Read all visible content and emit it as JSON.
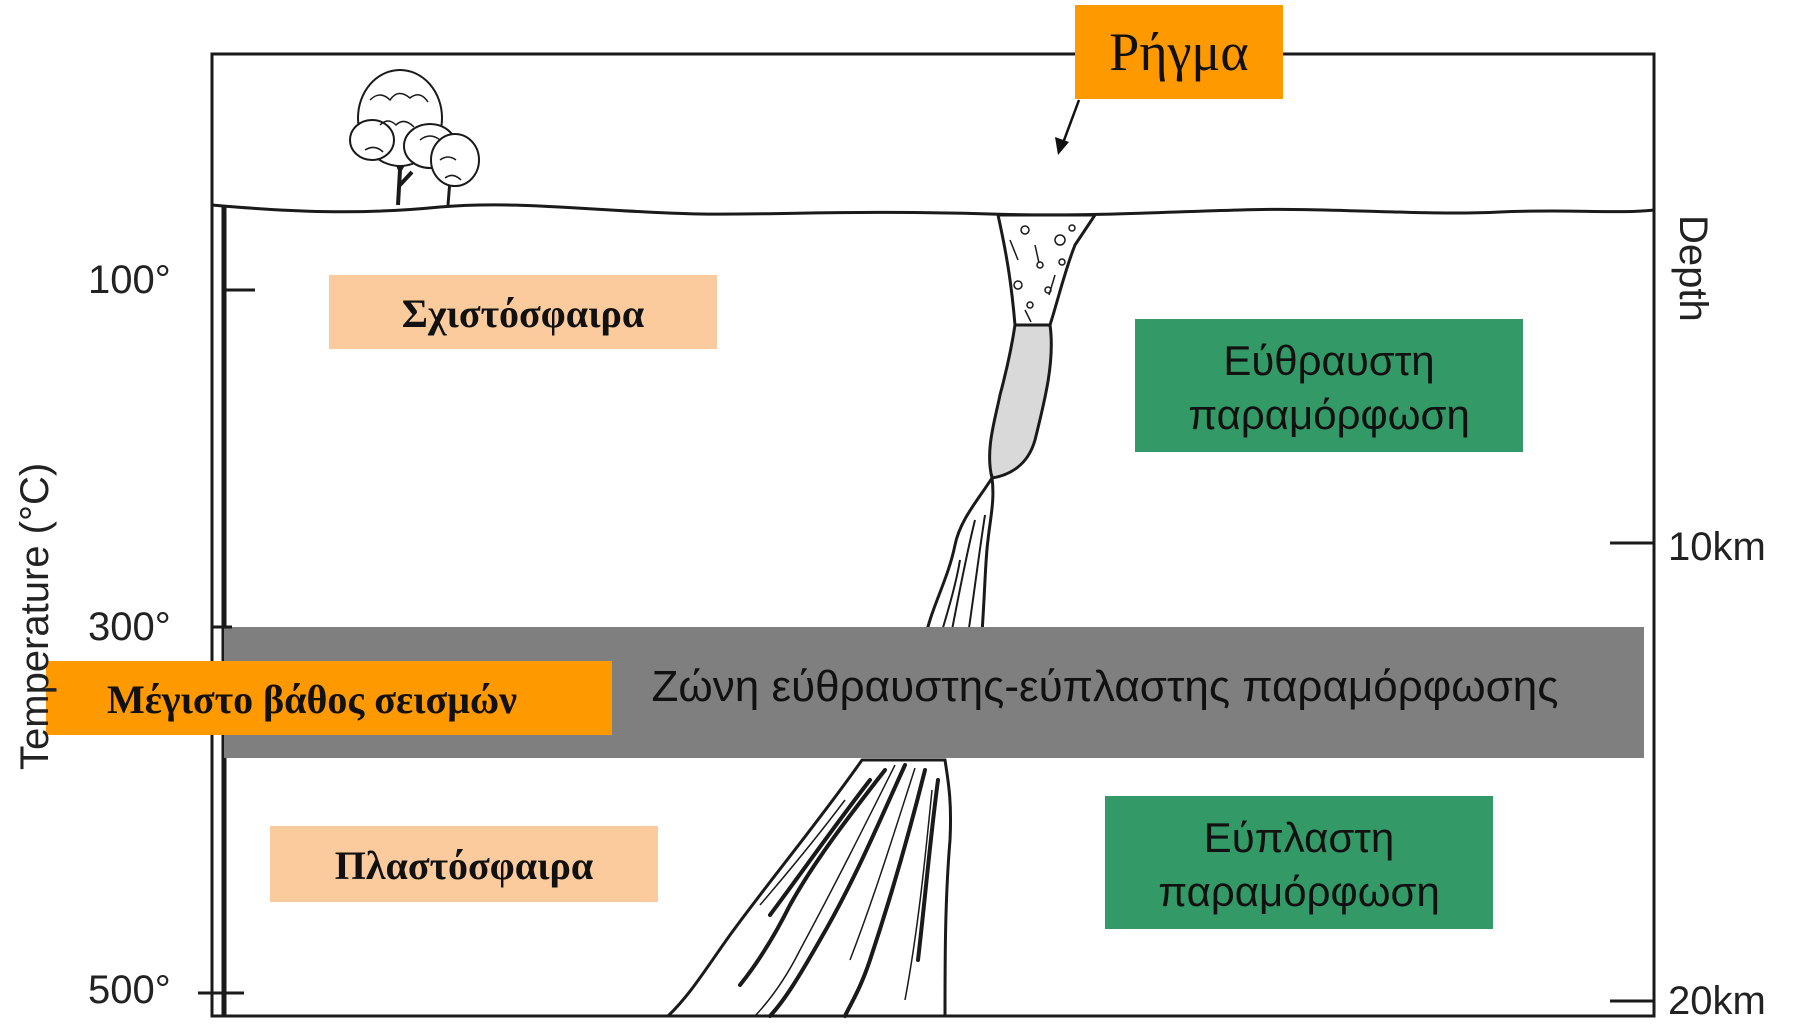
{
  "labels": {
    "fault": "Ρήγμα",
    "schistosphere": "Σχιστόσφαιρα",
    "brittle_deformation": [
      "Εύθραυστη",
      "παραμόρφωση"
    ],
    "transition_zone": "Ζώνη εύθραυστης-εύπλαστης παραμόρφωσης",
    "max_earthquake_depth": "Μέγιστο βάθος σεισμών",
    "plastosphere": "Πλαστόσφαιρα",
    "ductile_deformation": [
      "Εύπλαστη",
      "παραμόρφωση"
    ]
  },
  "left_axis": {
    "title": "Temperature (°C)",
    "ticks": [
      "100°",
      "300°",
      "500°"
    ]
  },
  "right_axis": {
    "title": "Depth",
    "ticks": [
      "10km",
      "20km"
    ]
  },
  "colors": {
    "orange_label": "#FF9900",
    "peach_label": "#FBCB9D",
    "green_label": "#339966",
    "gray_band": "#7F7F7F",
    "line": "#1a1a1a",
    "fault_fill": "#d9d9d9"
  },
  "icons": {
    "tree": "tree-icon",
    "arrow": "arrow-icon"
  }
}
